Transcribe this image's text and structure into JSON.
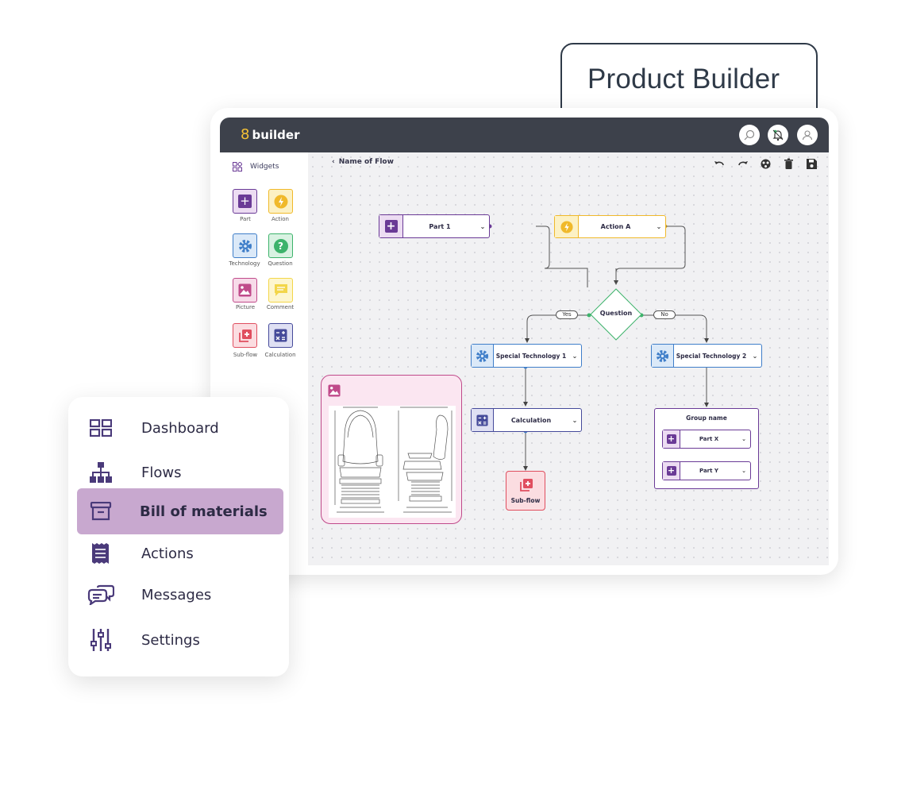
{
  "product_tab": {
    "title": "Product Builder"
  },
  "app": {
    "logo_mark": "8",
    "logo_text": "builder"
  },
  "topbar": {
    "icons": [
      "search-icon",
      "bell-icon",
      "user-icon"
    ]
  },
  "sidebar": {
    "header": "Widgets",
    "widgets": [
      {
        "label": "Part",
        "icon": "plus-icon",
        "color": "#6a3a96"
      },
      {
        "label": "Action",
        "icon": "lightning-icon",
        "color": "#f0b92a"
      },
      {
        "label": "Technology",
        "icon": "gear-icon",
        "color": "#3f7ec9"
      },
      {
        "label": "Question",
        "icon": "question-icon",
        "color": "#3db36b"
      },
      {
        "label": "Picture",
        "icon": "image-icon",
        "color": "#c04a8a"
      },
      {
        "label": "Comment",
        "icon": "comment-icon",
        "color": "#f3d64a"
      },
      {
        "label": "Sub-flow",
        "icon": "subflow-icon",
        "color": "#e04e5f"
      },
      {
        "label": "Calculation",
        "icon": "calculator-icon",
        "color": "#454a9a"
      }
    ]
  },
  "canvas": {
    "title": "Name of Flow",
    "toolbar": [
      "undo-icon",
      "redo-icon",
      "share-icon",
      "trash-icon",
      "save-icon"
    ],
    "nodes": {
      "part1": "Part 1",
      "actionA": "Action A",
      "question": "Question",
      "yes": "Yes",
      "no": "No",
      "tech1": "Special Technology 1",
      "tech2": "Special Technology 2",
      "calculation": "Calculation",
      "subflow": "Sub-flow",
      "group": "Group name",
      "partX": "Part X",
      "partY": "Part Y"
    }
  },
  "nav": {
    "items": [
      {
        "label": "Dashboard",
        "icon": "dashboard-icon",
        "active": false
      },
      {
        "label": "Flows",
        "icon": "flows-icon",
        "active": false
      },
      {
        "label": "Bill of materials",
        "icon": "archive-icon",
        "active": true
      },
      {
        "label": "Actions",
        "icon": "receipt-icon",
        "active": false
      },
      {
        "label": "Messages",
        "icon": "messages-icon",
        "active": false
      },
      {
        "label": "Settings",
        "icon": "sliders-icon",
        "active": false
      }
    ]
  },
  "colors": {
    "topbar": "#3d414b",
    "active_nav": "#c8a8cf",
    "accent_purple": "#6a3a96"
  }
}
